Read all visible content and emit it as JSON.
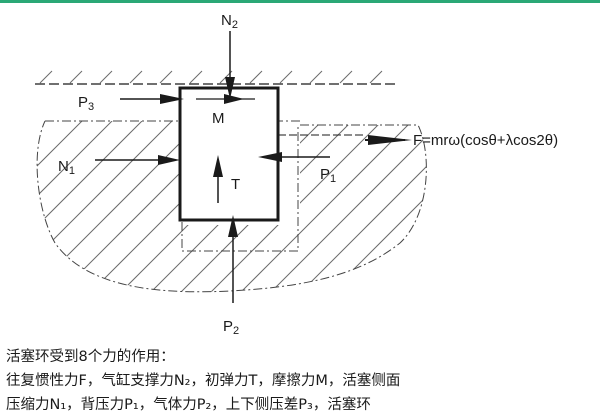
{
  "colors": {
    "topbar": "#2aa876",
    "line": "#1a1a1a",
    "hatch": "#6a6a6a"
  },
  "labels": {
    "n2": "N",
    "n2_sub": "2",
    "p3": "P",
    "p3_sub": "3",
    "m": "M",
    "n1": "N",
    "n1_sub": "1",
    "t": "T",
    "p1": "P",
    "p1_sub": "1",
    "p2": "P",
    "p2_sub": "2",
    "formula": "F=mrω(cosθ+λcos2θ)"
  },
  "caption": {
    "line1": "活塞环受到8个力的作用：",
    "line2": "往复惯性力F，气缸支撑力N₂，初弹力T，摩擦力M，活塞侧面",
    "line3": "压缩力N₁，背压力P₁，气体力P₂，上下侧压差P₃，活塞环"
  }
}
